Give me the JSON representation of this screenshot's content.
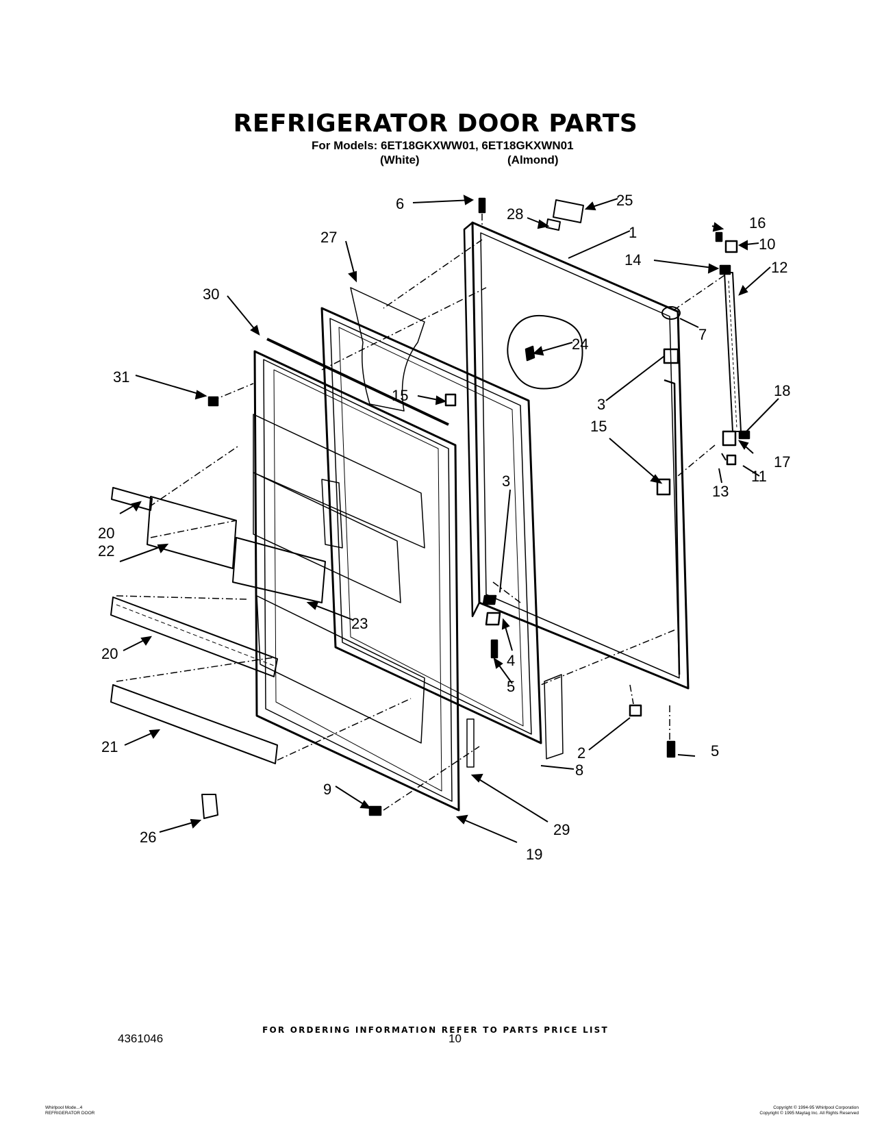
{
  "header": {
    "title": "REFRIGERATOR DOOR PARTS",
    "models": "For Models: 6ET18GKXWW01, 6ET18GKXWN01",
    "color_1": "(White)",
    "color_2": "(Almond)"
  },
  "callouts": {
    "c1": "1",
    "c2": "2",
    "c3a": "3",
    "c3b": "3",
    "c4": "4",
    "c5a": "5",
    "c5b": "5",
    "c6": "6",
    "c7": "7",
    "c8": "8",
    "c9": "9",
    "c10": "10",
    "c11": "11",
    "c12": "12",
    "c13": "13",
    "c14": "14",
    "c15a": "15",
    "c15b": "15",
    "c16": "16",
    "c17": "17",
    "c18": "18",
    "c19": "19",
    "c20a": "20",
    "c20b": "20",
    "c21": "21",
    "c22": "22",
    "c23": "23",
    "c24": "24",
    "c25": "25",
    "c26": "26",
    "c27": "27",
    "c28": "28",
    "c29": "29",
    "c30": "30",
    "c31": "31"
  },
  "footer": {
    "ordering_info": "FOR ORDERING INFORMATION REFER TO PARTS PRICE LIST",
    "document_number": "4361046",
    "page_number": "10",
    "left_note": "Whirlpool Mode...4\nREFRIGERATOR DOOR",
    "right_note": "Copyright © 1994-95 Whirlpool Corporation\nCopyright © 1995 Maytag Inc. All Rights Reserved"
  }
}
